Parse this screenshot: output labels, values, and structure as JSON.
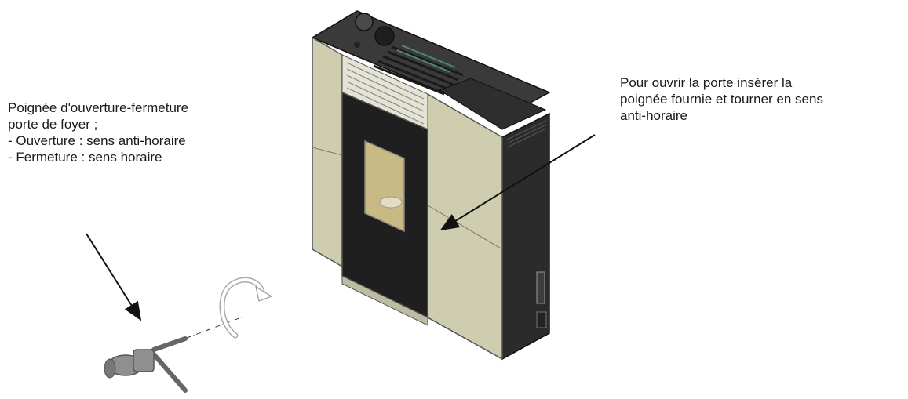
{
  "left_note": {
    "lines": [
      "Poignée d'ouverture-fermeture",
      "porte de foyer ;",
      "- Ouverture : sens anti-horaire",
      "- Fermeture : sens horaire"
    ]
  },
  "right_note": {
    "lines": [
      "Pour ouvrir la porte insérer la",
      "poignée fournie et tourner en sens",
      "anti-horaire"
    ]
  },
  "colors": {
    "panel": "#cfcdb0",
    "panel_edge": "#9c9a80",
    "body_dark": "#2b2b2b",
    "top": "#3a3a3a",
    "glass": "#c9b985",
    "vent_accent": "#4c8a73",
    "handle": "#8f8f8f"
  }
}
